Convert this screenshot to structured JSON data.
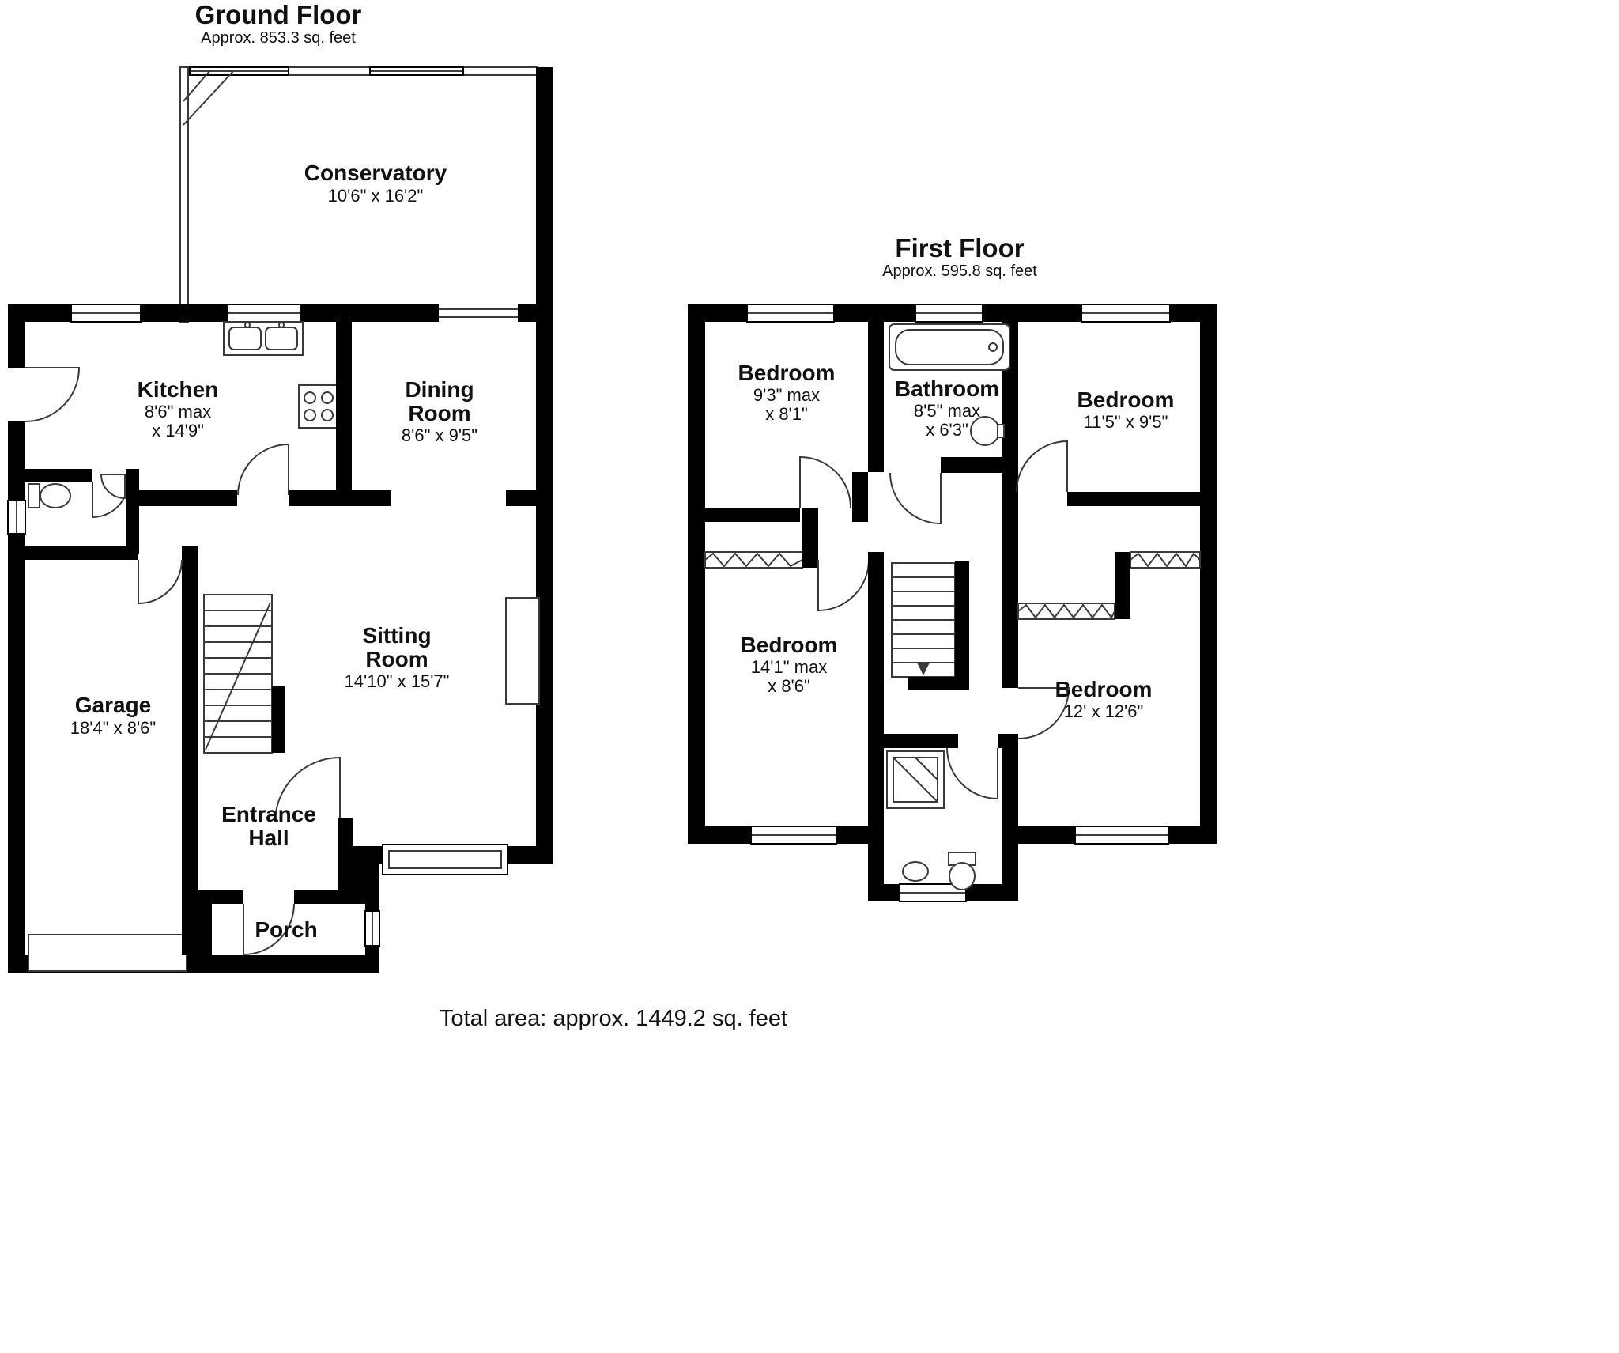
{
  "ground_floor": {
    "title": "Ground Floor",
    "subtitle": "Approx. 853.3 sq. feet",
    "rooms": {
      "conservatory": {
        "name": "Conservatory",
        "dims": "10'6\" x 16'2\""
      },
      "kitchen": {
        "name": "Kitchen",
        "dims1": "8'6\" max",
        "dims2": "x 14'9\""
      },
      "dining_room": {
        "name1": "Dining",
        "name2": "Room",
        "dims": "8'6\" x 9'5\""
      },
      "sitting_room": {
        "name1": "Sitting",
        "name2": "Room",
        "dims": "14'10\" x 15'7\""
      },
      "garage": {
        "name": "Garage",
        "dims": "18'4\" x 8'6\""
      },
      "entrance_hall": {
        "name1": "Entrance",
        "name2": "Hall"
      },
      "porch": {
        "name": "Porch"
      }
    }
  },
  "first_floor": {
    "title": "First Floor",
    "subtitle": "Approx. 595.8 sq. feet",
    "rooms": {
      "bedroom_top_left": {
        "name": "Bedroom",
        "dims1": "9'3\" max",
        "dims2": "x 8'1\""
      },
      "bathroom": {
        "name": "Bathroom",
        "dims1": "8'5\" max",
        "dims2": "x 6'3\""
      },
      "bedroom_top_right": {
        "name": "Bedroom",
        "dims": "11'5\" x 9'5\""
      },
      "bedroom_bottom_left": {
        "name": "Bedroom",
        "dims1": "14'1\" max",
        "dims2": "x 8'6\""
      },
      "bedroom_bottom_right": {
        "name": "Bedroom",
        "dims": "12' x 12'6\""
      }
    }
  },
  "footer": {
    "total_area": "Total area: approx. 1449.2 sq. feet"
  },
  "colors": {
    "wall": "#000000",
    "background": "#ffffff",
    "line": "#3a3a3a"
  }
}
